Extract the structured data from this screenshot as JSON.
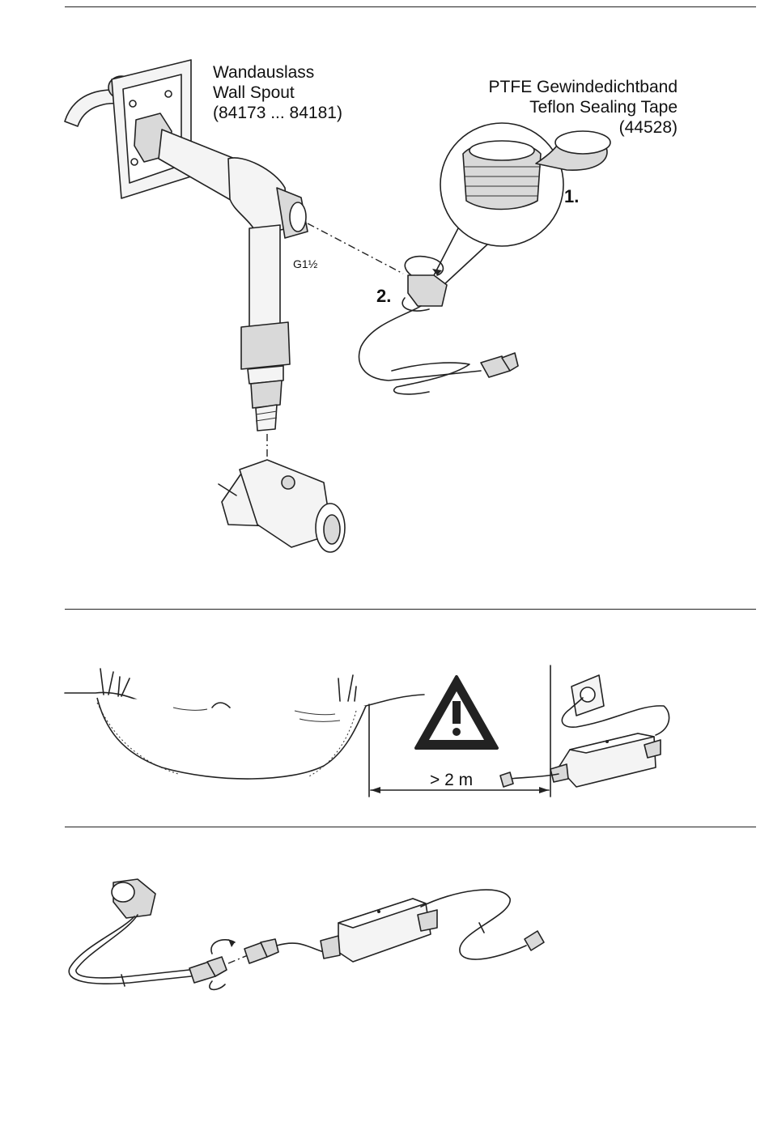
{
  "section1": {
    "spout_label": [
      "Wandauslass",
      "Wall Spout",
      "(84173 ... 84181)"
    ],
    "tape_label": [
      "PTFE Gewindedichtband",
      "Teflon Sealing Tape",
      "(44528)"
    ],
    "step1": "1.",
    "step2": "2.",
    "thread": "G1½"
  },
  "section2": {
    "distance": "> 2 m"
  }
}
